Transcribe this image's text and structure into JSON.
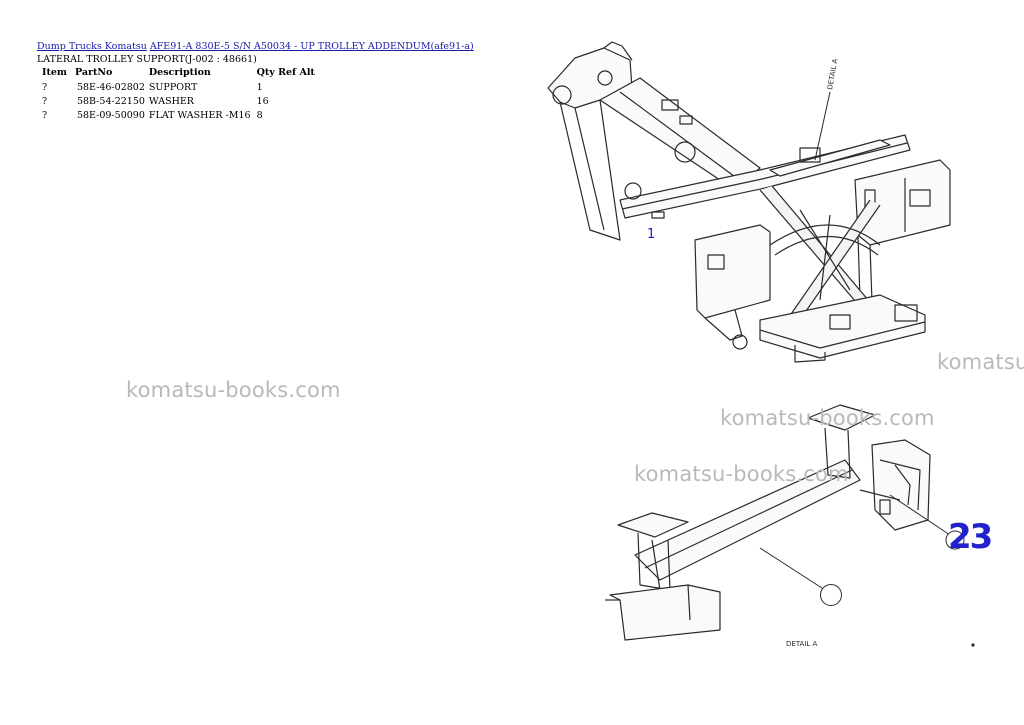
{
  "breadcrumb": {
    "link1": "Dump Trucks Komatsu",
    "link2": "AFE91-A 830E-5 S/N A50034 - UP TROLLEY ADDENDUM(afe91-a)"
  },
  "subtitle": "LATERAL TROLLEY SUPPORT(J-002 : 48661)",
  "table": {
    "headers": {
      "item": "Item",
      "partno": "PartNo",
      "description": "Description",
      "qty": "Qty",
      "ref": "Ref",
      "alt": "Alt"
    },
    "rows": [
      {
        "item": "?",
        "partno": "58E-46-02802",
        "description": "SUPPORT",
        "qty": "1"
      },
      {
        "item": "?",
        "partno": "58B-54-22150",
        "description": "WASHER",
        "qty": "16"
      },
      {
        "item": "?",
        "partno": "58E-09-50090",
        "description": "FLAT WASHER -M16",
        "qty": "8"
      }
    ]
  },
  "watermarks": {
    "w1": "komatsu-books.com",
    "w2": "komatsu-books.com",
    "w3": "komatsu-books.com",
    "w4": "komatsu-books.com"
  },
  "diagram": {
    "callout_1": "1",
    "callout_23": "23",
    "detail_label_top": "DETAIL A",
    "detail_label_bottom": "DETAIL A",
    "line_color": "#2a2a2a",
    "callout_color": "#2222cc"
  }
}
